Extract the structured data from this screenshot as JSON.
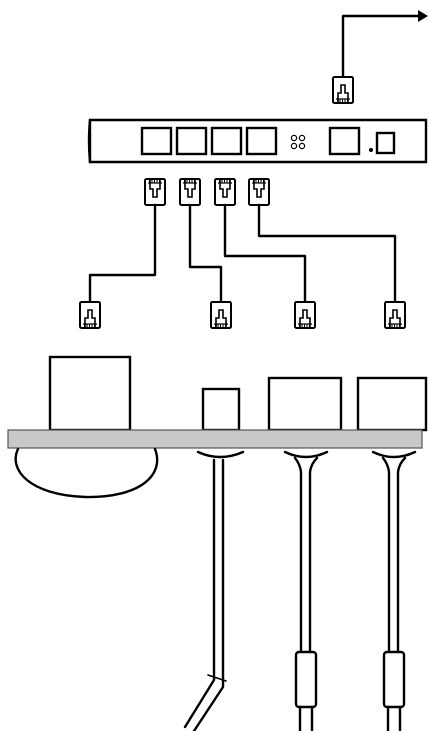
{
  "diagram": {
    "router": {
      "lan_port_count": 4,
      "uplink_ports": 1
    },
    "connectors": {
      "uplink_count": 1,
      "lan_count": 4
    },
    "shelf_color": "#c8c8c8",
    "line_color": "#000000"
  }
}
